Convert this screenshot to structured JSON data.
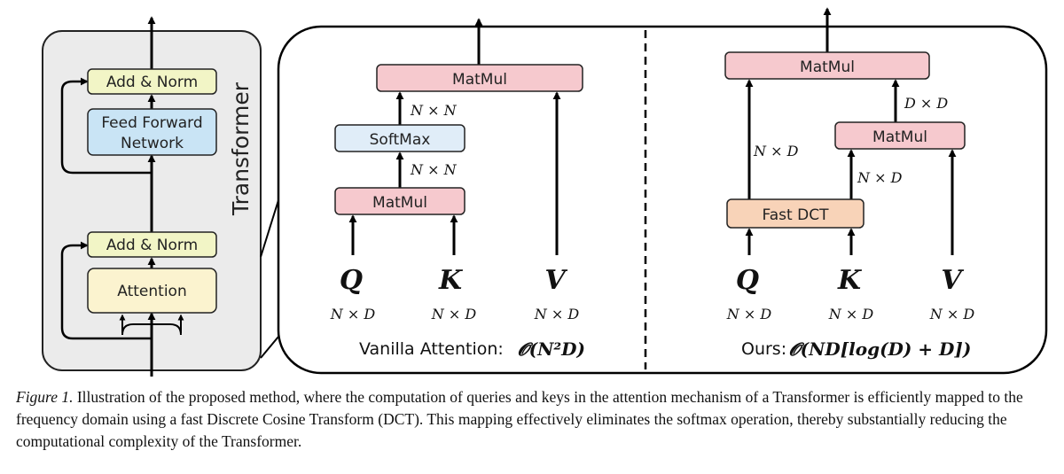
{
  "transformer": {
    "side_label": "Transformer",
    "top_add_norm": "Add & Norm",
    "ffn_line1": "Feed Forward",
    "ffn_line2": "Network",
    "bottom_add_norm": "Add & Norm",
    "attention": "Attention"
  },
  "vanilla": {
    "matmul_top": "MatMul",
    "softmax": "SoftMax",
    "matmul_bottom": "MatMul",
    "edge_label_upper": "N × N",
    "edge_label_lower": "N × N",
    "inputs": [
      {
        "name": "Q",
        "shape": "N × D"
      },
      {
        "name": "K",
        "shape": "N × D"
      },
      {
        "name": "V",
        "shape": "N × D"
      }
    ],
    "caption_text": "Vanilla Attention:",
    "complexity": "𝓞(N²D)"
  },
  "ours": {
    "matmul_top": "MatMul",
    "matmul_mid": "MatMul",
    "fast_dct": "Fast DCT",
    "edge_label_dd": "D × D",
    "edge_label_nd_left": "N × D",
    "edge_label_nd_right": "N × D",
    "inputs": [
      {
        "name": "Q",
        "shape": "N × D"
      },
      {
        "name": "K",
        "shape": "N × D"
      },
      {
        "name": "V",
        "shape": "N × D"
      }
    ],
    "caption_text": "Ours:",
    "complexity": "𝓞(ND[log(D) + D])"
  },
  "colors": {
    "panel_gray": "#ebebeb",
    "add_norm_fill": "#f2f5c6",
    "ffn_fill": "#c9e4f5",
    "attention_fill": "#fbf3cf",
    "matmul_fill": "#f6c9ce",
    "softmax_fill": "#e0edf8",
    "dct_fill": "#f8d3b8"
  },
  "figure_caption": {
    "label": "Figure 1.",
    "text": "Illustration of the proposed method, where the computation of queries and keys in the attention mechanism of a Transformer is efficiently mapped to the frequency domain using a fast Discrete Cosine Transform (DCT). This mapping effectively eliminates the softmax operation, thereby substantially reducing the computational complexity of the Transformer."
  }
}
